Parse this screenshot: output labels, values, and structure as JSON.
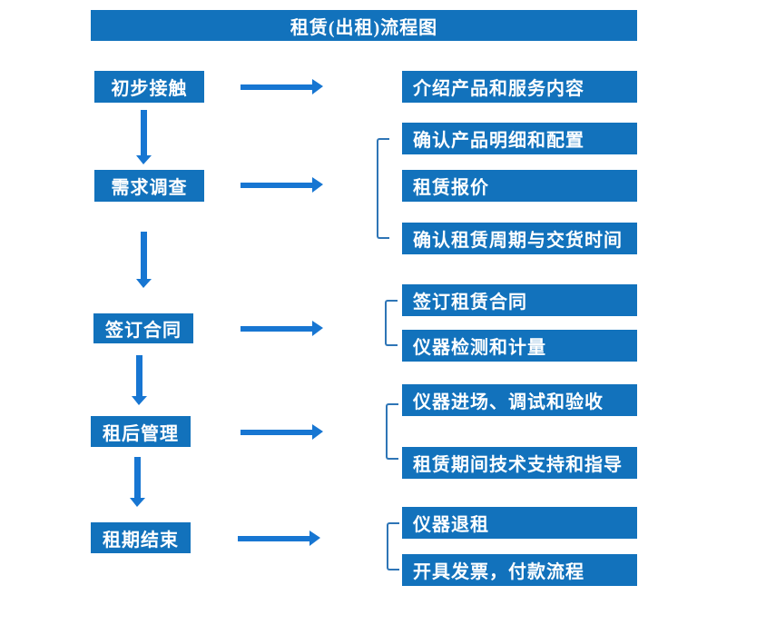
{
  "title": "租赁(出租)流程图",
  "colors": {
    "box": "#1272bc",
    "arrow": "#1776d2",
    "bracket": "#2e75b6",
    "text": "#ffffff",
    "background": "#ffffff"
  },
  "flow": {
    "steps": [
      {
        "label": "初步接触",
        "details": [
          "介绍产品和服务内容"
        ]
      },
      {
        "label": "需求调查",
        "details": [
          "确认产品明细和配置",
          "租赁报价",
          "确认租赁周期与交货时间"
        ]
      },
      {
        "label": "签订合同",
        "details": [
          "签订租赁合同",
          "仪器检测和计量"
        ]
      },
      {
        "label": "租后管理",
        "details": [
          "仪器进场、调试和验收",
          "租赁期间技术支持和指导"
        ]
      },
      {
        "label": "租期结束",
        "details": [
          "仪器退租",
          "开具发票，付款流程"
        ]
      }
    ]
  }
}
